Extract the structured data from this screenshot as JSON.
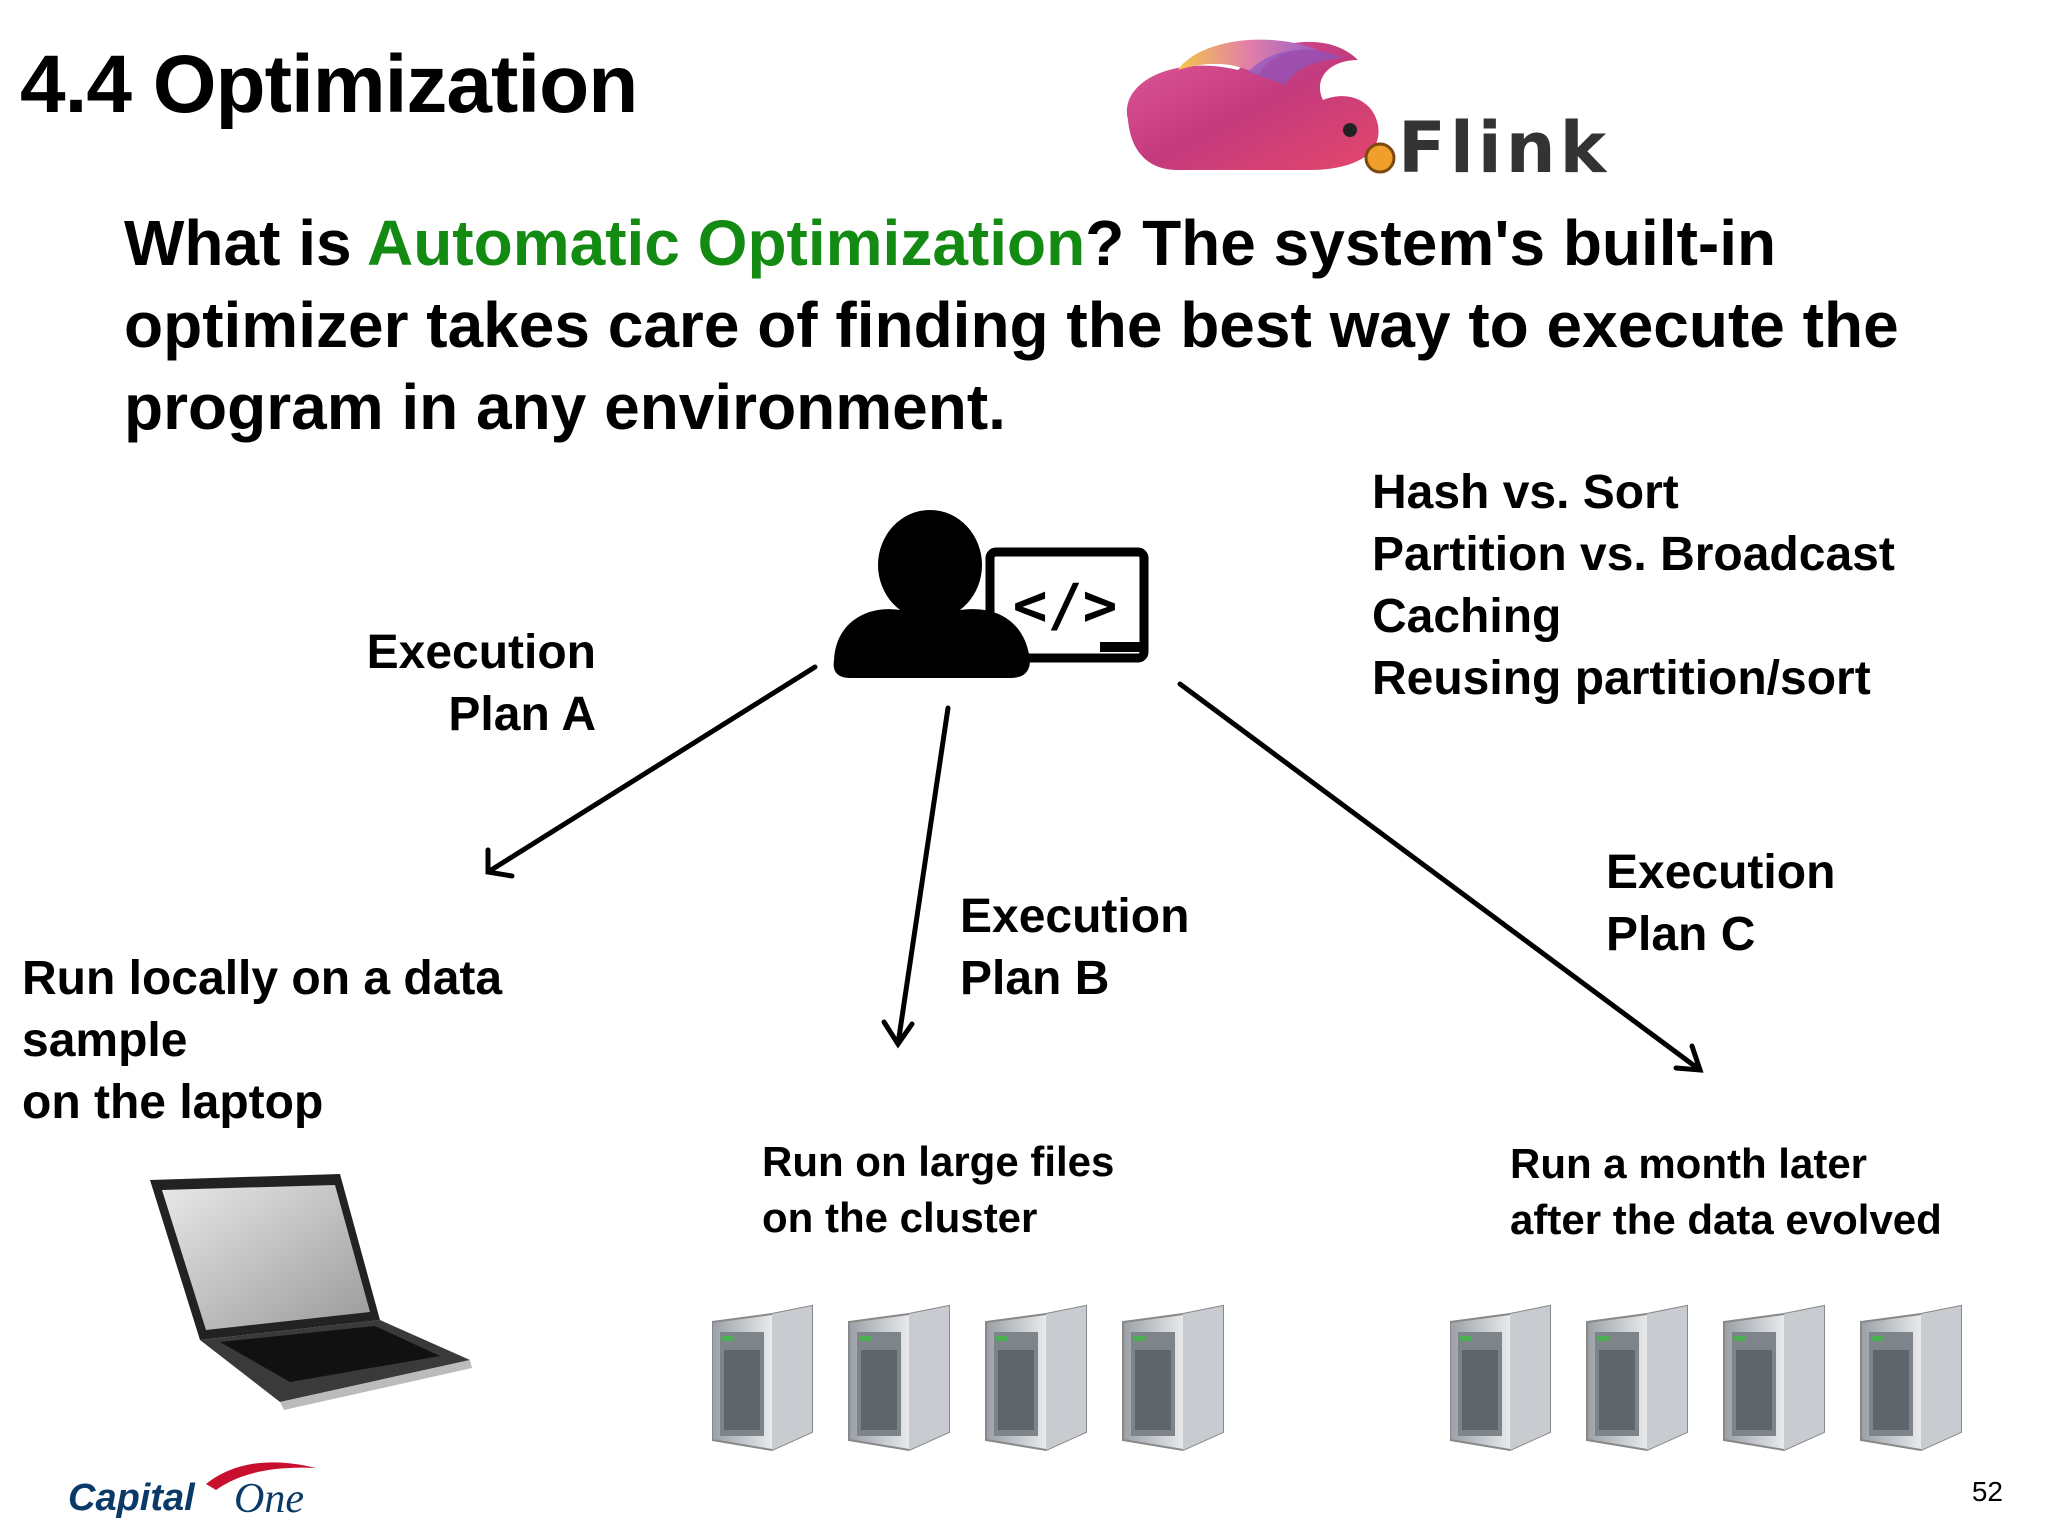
{
  "slide": {
    "title": "4.4 Optimization",
    "lead_prefix": "What is ",
    "lead_highlight": "Automatic Optimization",
    "lead_rest": "? The system's built-in optimizer takes care of finding the best way to execute the program in any environment.",
    "highlight_color": "#138a12",
    "page_number": "52"
  },
  "logos": {
    "flink_text": "Flink",
    "capital_one_text_a": "Capital",
    "capital_one_text_b": "One"
  },
  "user_icon": {
    "code_symbol": "</>"
  },
  "optimizations": "Hash vs. Sort\nPartition vs. Broadcast\nCaching\nReusing partition/sort",
  "plans": {
    "a": "Execution\nPlan A",
    "b": "Execution\nPlan B",
    "c": "Execution\nPlan C"
  },
  "environments": {
    "local": "Run locally on a data\nsample\non the laptop",
    "cluster": "Run on large files\non the cluster",
    "later": "Run a month later\nafter the data evolved"
  }
}
